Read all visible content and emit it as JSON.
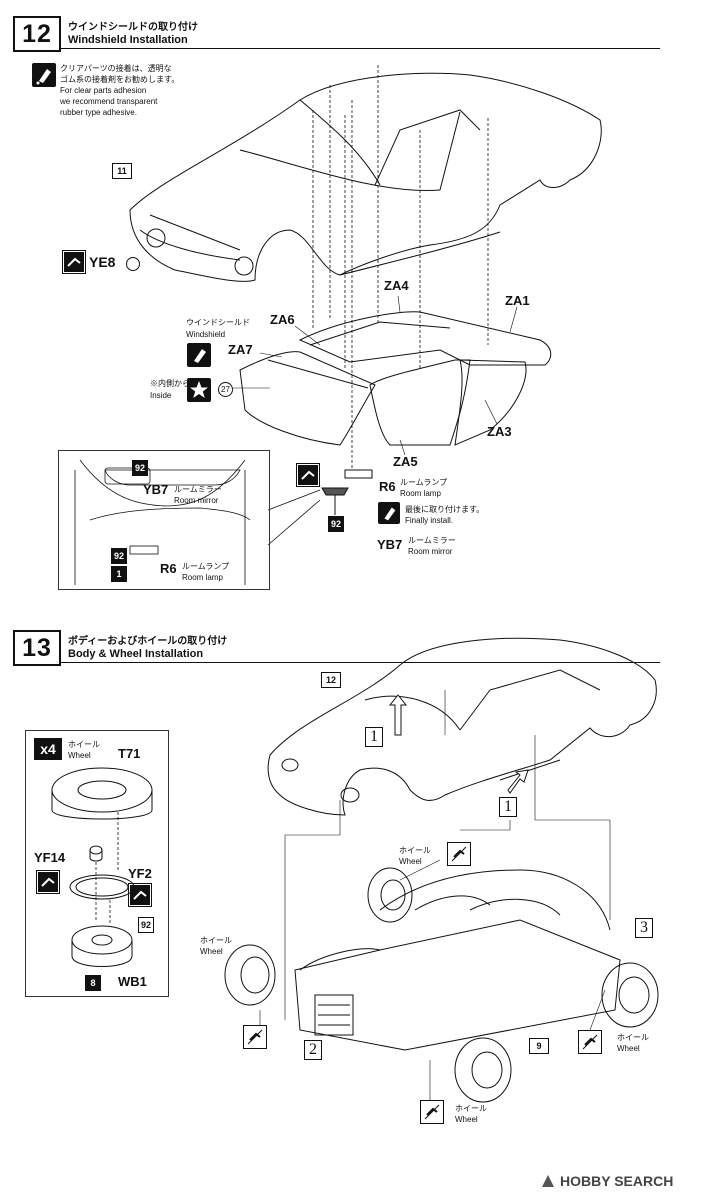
{
  "step12": {
    "number": "12",
    "title_jp": "ウインドシールドの取り付け",
    "title_en": "Windshield Installation",
    "note_jp_1": "クリアパーツの接着は、透明な",
    "note_jp_2": "ゴム系の接着剤をお勧めします。",
    "note_en_1": "For clear parts adhesion",
    "note_en_2": "we recommend transparent",
    "note_en_3": "rubber type adhesive.",
    "ref_step": "11",
    "part_ye8": "YE8",
    "part_za4": "ZA4",
    "part_za1": "ZA1",
    "part_za6": "ZA6",
    "part_za7": "ZA7",
    "part_za3": "ZA3",
    "part_za5": "ZA5",
    "windshield_jp": "ウインドシールド",
    "windshield_en": "Windshield",
    "inside_jp": "※内側から",
    "inside_en": "Inside",
    "decal_27": "27",
    "part_r6": "R6",
    "room_lamp_jp": "ルームランプ",
    "room_lamp_en": "Room lamp",
    "finally_jp": "最後に取り付けます。",
    "finally_en": "Finally install.",
    "part_yb7": "YB7",
    "room_mirror_jp": "ルームミラー",
    "room_mirror_en": "Room mirror",
    "color_92": "92",
    "color_1": "1"
  },
  "step13": {
    "number": "13",
    "title_jp": "ボディーおよびホイールの取り付け",
    "title_en": "Body & Wheel Installation",
    "ref_step": "12",
    "times": "x4",
    "wheel_jp": "ホイール",
    "wheel_en": "Wheel",
    "part_t71": "T71",
    "part_yf14": "YF14",
    "part_yf2": "YF2",
    "part_wb1": "WB1",
    "color_92": "92",
    "color_8": "8",
    "ref_9": "9",
    "arrow_1": "1",
    "arrow_2": "2",
    "arrow_3": "3"
  },
  "watermark": "HOBBY SEARCH"
}
